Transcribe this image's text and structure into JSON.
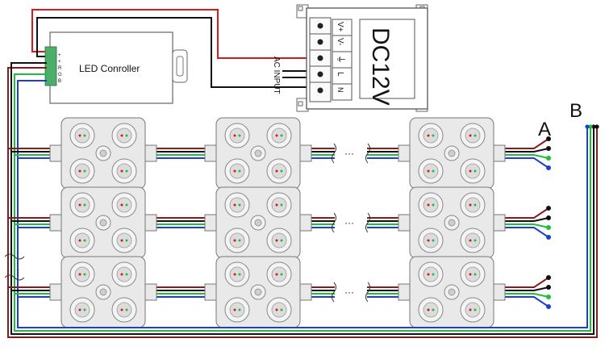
{
  "controller": {
    "label": "LED Conroller",
    "terminals": [
      "+",
      "+",
      "R",
      "G",
      "B"
    ]
  },
  "power_supply": {
    "label": "DC12V",
    "input_label": "AC INPUT",
    "terminals": [
      "V+",
      "V-",
      "⏚",
      "L",
      "N"
    ]
  },
  "string_labels": {
    "a": "A",
    "b": "B"
  },
  "gap_dots": "···",
  "colors": {
    "red": "#d8191b",
    "black": "#111111",
    "green": "#1fbf3a",
    "blue": "#1f3fcf",
    "dark_red": "#8b1a1a"
  },
  "module_rows": 3,
  "modules_per_row_shown": 3
}
